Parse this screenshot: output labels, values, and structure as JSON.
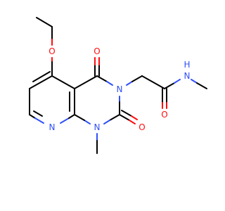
{
  "atoms": {
    "ethoxy_o": {
      "label": "O",
      "color": "#ff0d0d"
    },
    "c4_o": {
      "label": "O",
      "color": "#ff0d0d"
    },
    "n3": {
      "label": "N",
      "color": "#3050f8"
    },
    "c2_o": {
      "label": "O",
      "color": "#ff0d0d"
    },
    "n8": {
      "label": "N",
      "color": "#3050f8"
    },
    "n1": {
      "label": "N",
      "color": "#3050f8"
    },
    "amide_o": {
      "label": "O",
      "color": "#ff0d0d"
    },
    "amide_n": {
      "label": "N",
      "color": "#3050f8"
    },
    "amide_h": {
      "label": "H",
      "color": "#3050f8"
    },
    "methoxy_o": {
      "label": "O",
      "color": "#ff0d0d"
    }
  }
}
